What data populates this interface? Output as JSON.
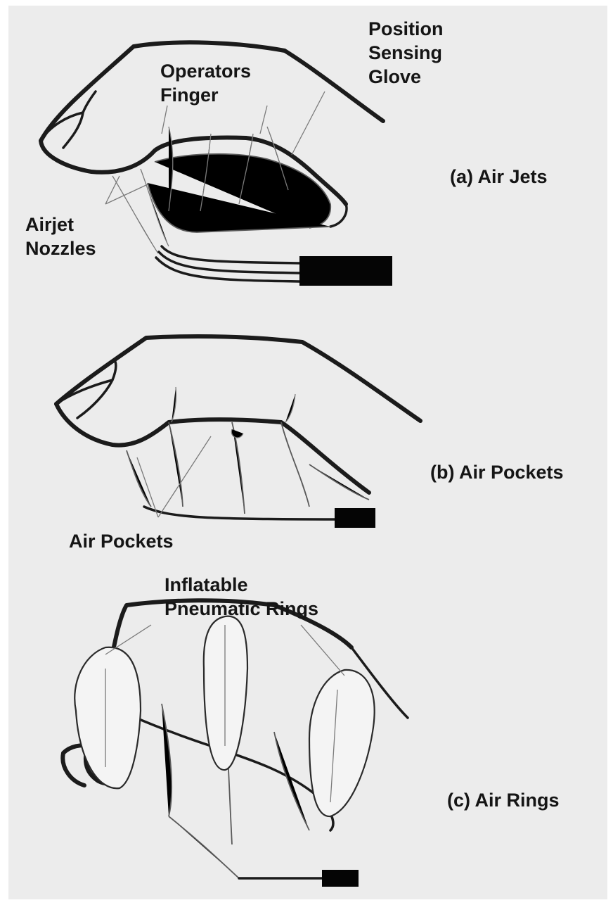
{
  "panels": {
    "a": {
      "caption": "(a) Air Jets",
      "labels": {
        "glove": [
          "Position",
          "Sensing",
          "Glove"
        ],
        "finger": [
          "Operators",
          "Finger"
        ],
        "nozzles": [
          "Airjet",
          "Nozzles"
        ]
      }
    },
    "b": {
      "caption": "(b) Air Pockets",
      "labels": {
        "pockets": "Air Pockets"
      }
    },
    "c": {
      "caption": "(c) Air Rings",
      "labels": {
        "rings": [
          "Inflatable",
          "Pneumatic Rings"
        ]
      }
    }
  },
  "colors": {
    "paper": "#ececec",
    "ink": "#1b1b1b",
    "block": "#050505"
  }
}
